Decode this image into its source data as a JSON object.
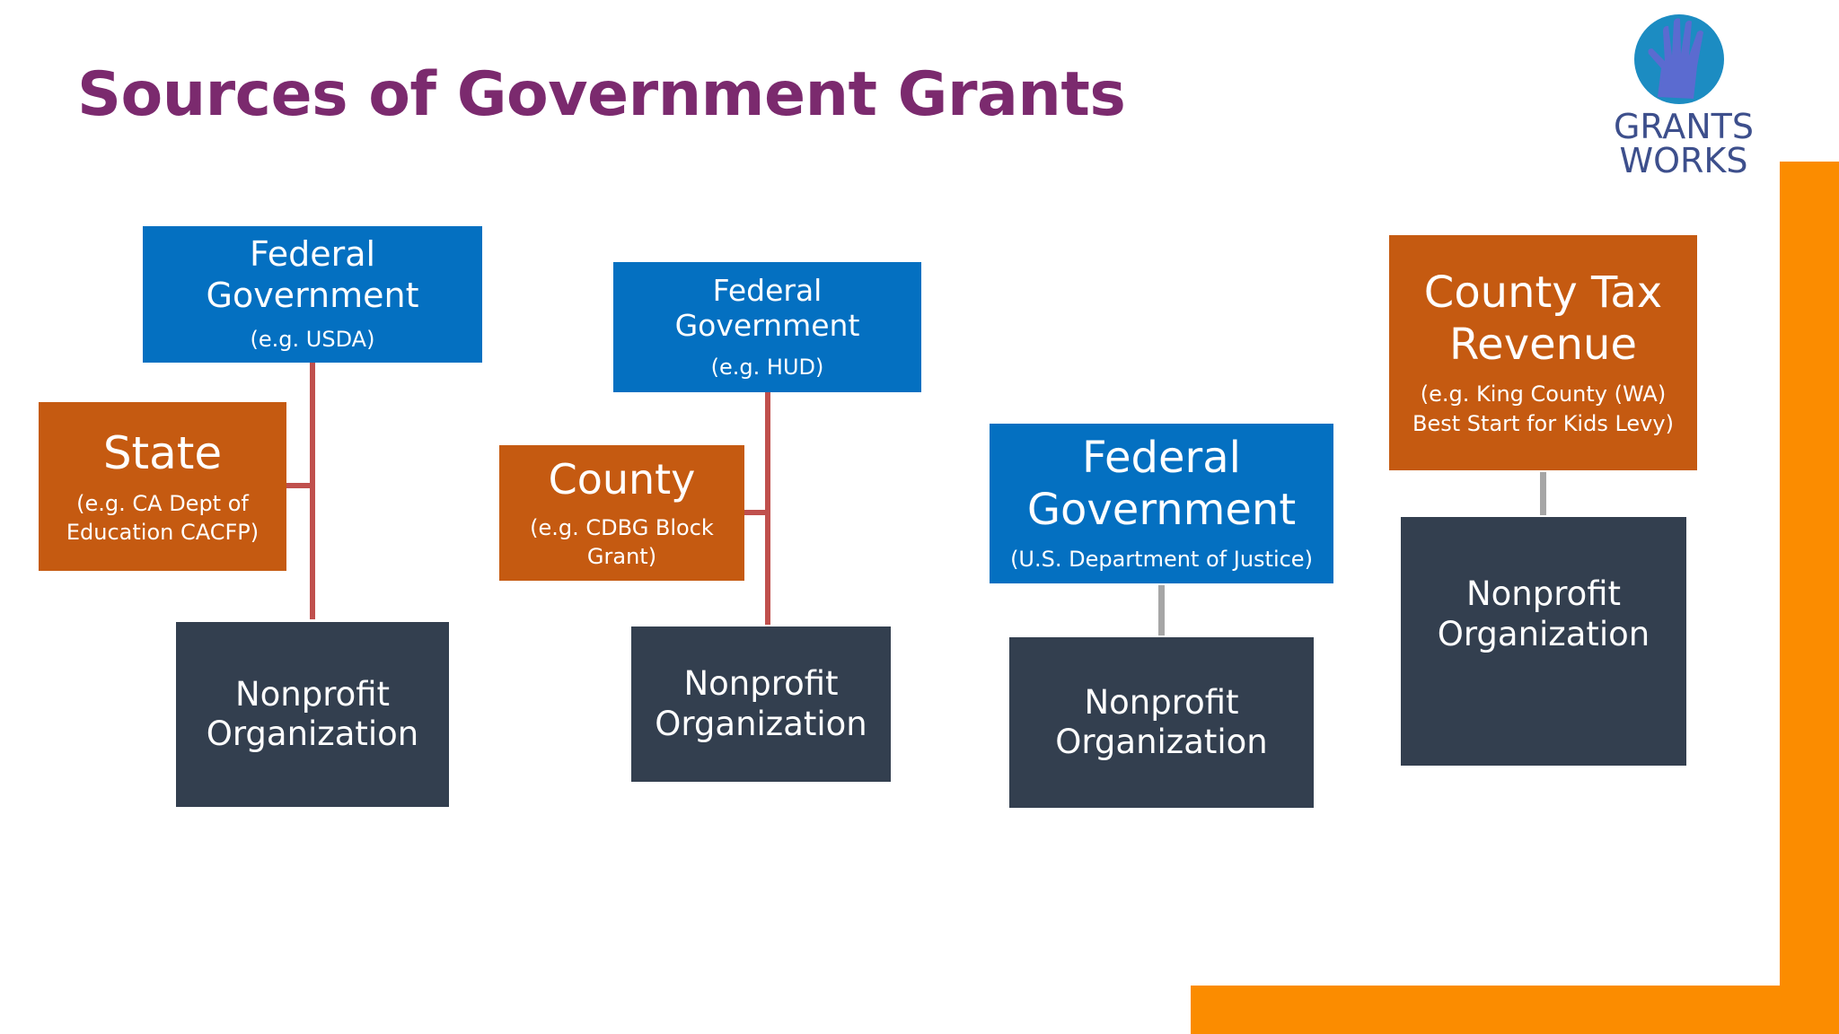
{
  "title": "Sources of Government Grants",
  "logo": {
    "line1": "GRANTS",
    "line2": "WORKS"
  },
  "colors": {
    "title": "#7b2a6e",
    "federal": "#0470c1",
    "orange_box": "#c55a11",
    "nonprofit": "#333f4f",
    "connector_red": "#c0504d",
    "connector_gray": "#a6a6a6",
    "accent": "#fb8c00",
    "logo_circle": "#1c8cc2",
    "logo_hand": "#5b6bd0",
    "logo_text": "#3d4f8c"
  },
  "diagram": {
    "g1": {
      "federal": {
        "main": "Federal Government",
        "sub": "(e.g. USDA)"
      },
      "state": {
        "main": "State",
        "sub": "(e.g. CA Dept of Education CACFP)"
      },
      "nonprofit": {
        "main": "Nonprofit Organization"
      }
    },
    "g2": {
      "federal": {
        "main": "Federal Government",
        "sub": "(e.g. HUD)"
      },
      "county": {
        "main": "County",
        "sub": "(e.g. CDBG Block Grant)"
      },
      "nonprofit": {
        "main": "Nonprofit Organization"
      }
    },
    "g3": {
      "federal": {
        "main": "Federal Government",
        "sub": "(U.S. Department of Justice)"
      },
      "nonprofit": {
        "main": "Nonprofit Organization"
      }
    },
    "g4": {
      "county_tax": {
        "main": "County Tax Revenue",
        "sub": "(e.g. King County (WA) Best Start for Kids Levy)"
      },
      "nonprofit": {
        "main": "Nonprofit Organization"
      }
    }
  }
}
